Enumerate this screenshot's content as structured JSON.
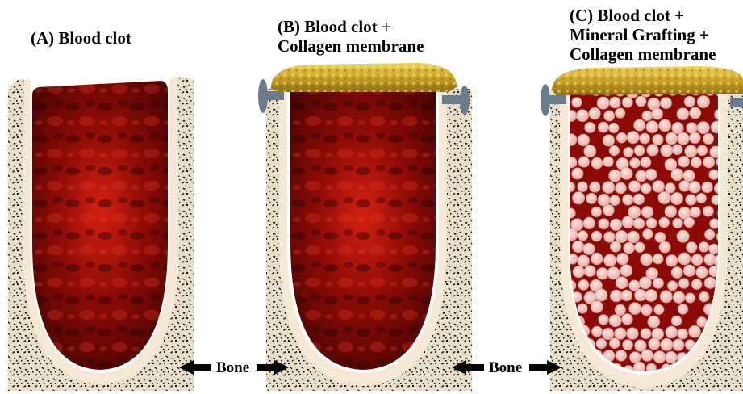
{
  "panels": [
    {
      "id": "A",
      "title_lines": [
        "(A) Blood clot"
      ]
    },
    {
      "id": "B",
      "title_lines": [
        "(B) Blood clot +",
        "Collagen membrane"
      ]
    },
    {
      "id": "C",
      "title_lines": [
        "(C) Blood clot +",
        "Mineral Grafting +",
        "Collagen membrane"
      ]
    }
  ],
  "labels": {
    "bone_left": "Bone",
    "bone_right": "Bone"
  },
  "colors": {
    "bone_base": "#e7ddc8",
    "bone_speckle": "#111111",
    "socket_lining": "#f5e9d6",
    "blood_clot_dark": "#4a0404",
    "blood_clot_mid": "#8c0b06",
    "blood_clot_bright": "#d42012",
    "membrane_gold": "#c9a227",
    "membrane_highlight": "#f0d35a",
    "graft_particle": "#f3c9c3",
    "graft_particle_edge": "#c98f88",
    "pin": "#6a7b8c",
    "arrow": "#000000"
  },
  "icons": {
    "membrane_pins": "pin-icon",
    "bone_arrows": "arrow-icon"
  }
}
